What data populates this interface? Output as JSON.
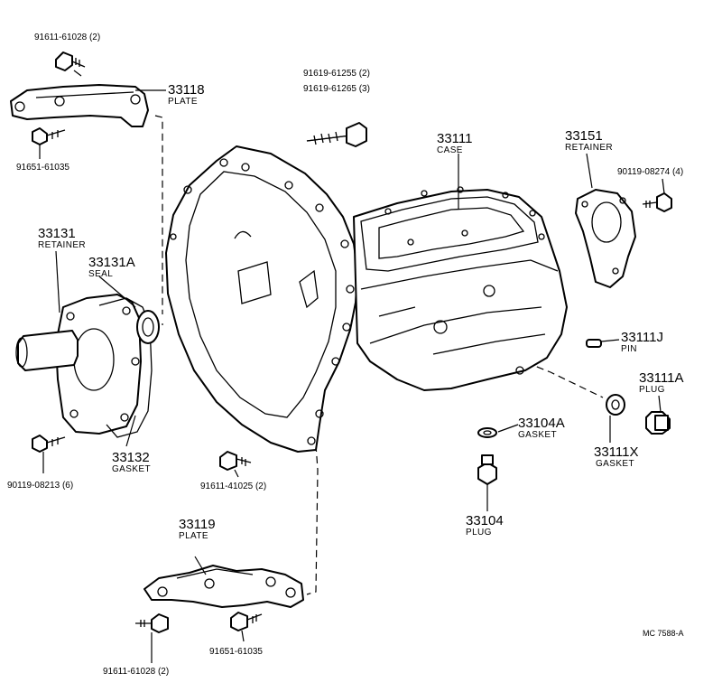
{
  "labels": {
    "p33118": {
      "number": "33118",
      "name": "PLATE"
    },
    "p33131": {
      "number": "33131",
      "name": "RETAINER"
    },
    "p33131a": {
      "number": "33131A",
      "name": "SEAL"
    },
    "p33132": {
      "number": "33132",
      "name": "GASKET"
    },
    "p33119": {
      "number": "33119",
      "name": "PLATE"
    },
    "p33111": {
      "number": "33111",
      "name": "CASE"
    },
    "p33151": {
      "number": "33151",
      "name": "RETAINER"
    },
    "p33111j": {
      "number": "33111J",
      "name": "PIN"
    },
    "p33111a": {
      "number": "33111A",
      "name": "PLUG"
    },
    "p33104a": {
      "number": "33104A",
      "name": "GASKET"
    },
    "p33111x": {
      "number": "33111X",
      "name": "GASKET"
    },
    "p33104": {
      "number": "33104",
      "name": "PLUG"
    }
  },
  "bolts": {
    "b1": "91611-61028 (2)",
    "b2": "91651-61035",
    "b3a": "91619-61255 (2)",
    "b3b": "91619-61265 (3)",
    "b4": "90119-08274 (4)",
    "b5": "90119-08213 (6)",
    "b6": "91611-41025 (2)",
    "b7": "91651-61035",
    "b8": "91611-61028 (2)"
  },
  "drawing_code": "MC 7588-A"
}
